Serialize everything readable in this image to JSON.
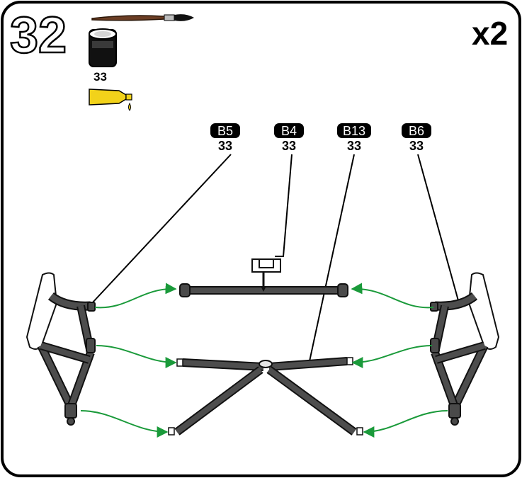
{
  "step": {
    "number": "32",
    "quantity": "x2"
  },
  "supplies": {
    "tools": [
      "paintbrush-icon",
      "paint-pot-icon",
      "glue-tube-icon"
    ],
    "paint_code": "33"
  },
  "callouts": [
    {
      "part": "B5",
      "paint": "33"
    },
    {
      "part": "B4",
      "paint": "33"
    },
    {
      "part": "B13",
      "paint": "33"
    },
    {
      "part": "B6",
      "paint": "33"
    }
  ],
  "colors": {
    "arrow": "#1a9a3a",
    "glue": "#f2d21a",
    "part": "#4a4a4a",
    "tag": "#000000"
  }
}
